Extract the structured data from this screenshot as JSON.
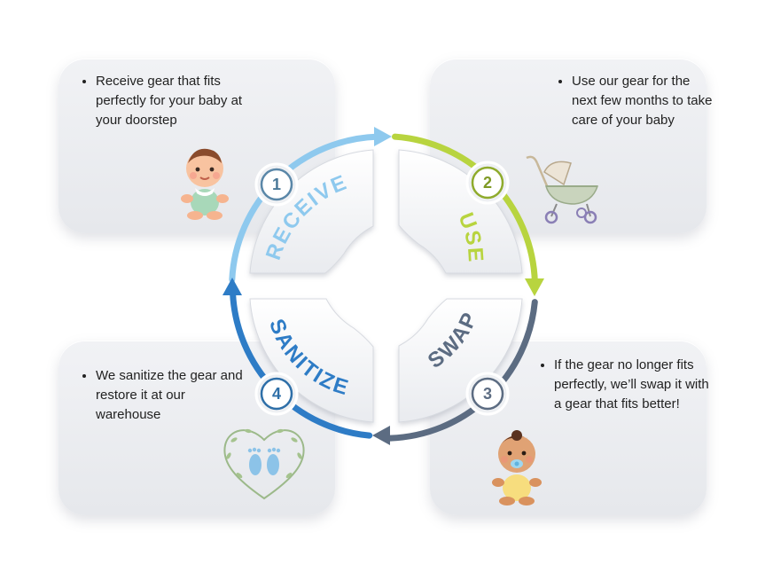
{
  "steps": [
    {
      "num": "1",
      "label": "RECEIVE",
      "text": "Receive gear that fits perfectly for your baby at your doorstep",
      "color": "#8ec9ee"
    },
    {
      "num": "2",
      "label": "USE",
      "text": "Use our gear for the next few months to take care of your baby",
      "color": "#b8d43f"
    },
    {
      "num": "3",
      "label": "SWAP",
      "text": "If the gear no longer fits perfectly, we’ll swap it with a gear that fits better!",
      "color": "#5c6c82"
    },
    {
      "num": "4",
      "label": "SANITIZE",
      "text": "We sanitize the gear and restore it at our warehouse",
      "color": "#2e7cc6"
    }
  ],
  "colors": {
    "receive": "#8ec9ee",
    "use": "#b8d43f",
    "swap": "#5c6c82",
    "sanitize": "#2e7cc6",
    "card": "#eceef1"
  },
  "icons": [
    "baby-icon",
    "stroller-icon",
    "baby-pacifier-icon",
    "heart-footprints-icon"
  ]
}
